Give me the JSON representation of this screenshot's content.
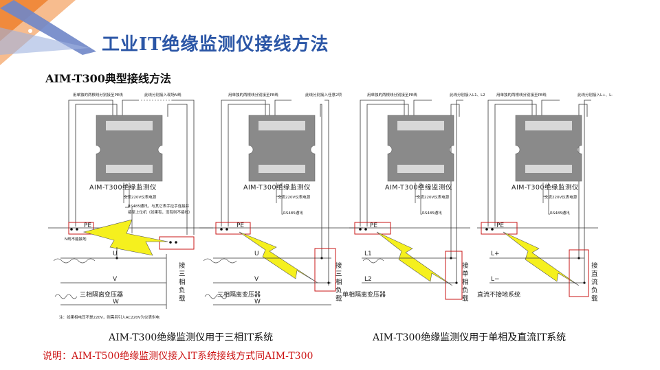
{
  "header": {
    "title": "工业IT绝缘监测仪接线方法",
    "subtitle": "AIM-T300典型接线方法"
  },
  "diagrams": [
    {
      "top_left_label": "用单独的两根线分别接至PE线",
      "top_right_label": "此线分别接入现场N线",
      "device_label": "AIM-T300绝缘监测仪",
      "power_label": "交流220V仪表电源",
      "comm_label": "RS485通讯，与其它表手拉手连接并接至上位机（如果有，没有则不接线）",
      "comm_label_a": "RS485通讯，与其它表手拉手连接并",
      "comm_label_b": "接至上位机（如果有，没有则不接线）",
      "pe_label": "PE",
      "n_note": "N线不能接地",
      "phases": [
        "U",
        "V",
        "W"
      ],
      "transformer_label": "三相隔离变压器",
      "load_label": "接三相负载",
      "load_chars": [
        "接",
        "三",
        "相",
        "负",
        "载"
      ],
      "footnote": "注：如果相电压不是220V，则需另引入AC220V为仪表供电"
    },
    {
      "top_left_label": "用单独的两根线分别接至PE线",
      "top_right_label": "此线分别接入任意2项",
      "device_label": "AIM-T300绝缘监测仪",
      "power_label": "交流220V仪表电源",
      "comm_label": "RS485通讯",
      "pe_label": "PE",
      "phases": [
        "U",
        "V",
        "W"
      ],
      "transformer_label": "三相隔离变压器",
      "load_label": "接三相负载",
      "load_chars": [
        "接",
        "三",
        "相",
        "负",
        "载"
      ]
    },
    {
      "top_left_label": "用单独的两根线分别接至PE线",
      "top_right_label": "此线分别接入L1、L2",
      "device_label": "AIM-T300绝缘监测仪",
      "power_label": "交流220V仪表电源",
      "comm_label": "RS485通讯",
      "pe_label": "PE",
      "phases": [
        "L1",
        "L2"
      ],
      "transformer_label": "单相隔离变压器",
      "load_label": "接单相负载",
      "load_chars": [
        "接",
        "单",
        "相",
        "负",
        "载"
      ]
    },
    {
      "top_left_label": "用单独的两根线分别接至PE线",
      "top_right_label": "此线分别接入L+、L-",
      "device_label": "AIM-T300绝缘监测仪",
      "power_label": "交流220V仪表电源",
      "comm_label": "RS485通讯",
      "pe_label": "PE",
      "phases": [
        "L+",
        "L−"
      ],
      "transformer_label": "直流不接地系统",
      "load_label": "接直流负载",
      "load_chars": [
        "接",
        "直",
        "流",
        "负",
        "载"
      ]
    }
  ],
  "captions": {
    "left": "AIM-T300绝缘监测仪用于三相IT系统",
    "right": "AIM-T300绝缘监测仪用于单相及直流IT系统"
  },
  "note": "说明：AIM-T500绝缘监测仪接入IT系统接线方式同AIM-T300",
  "colors": {
    "title": "#2b56a6",
    "bolt_fill": "#f5f01e",
    "highlight_box": "#c81414",
    "note": "#cc1414",
    "device": "#8a8a8a",
    "deco_orange": "#f08a3c",
    "deco_blue": "#6f86c8"
  }
}
